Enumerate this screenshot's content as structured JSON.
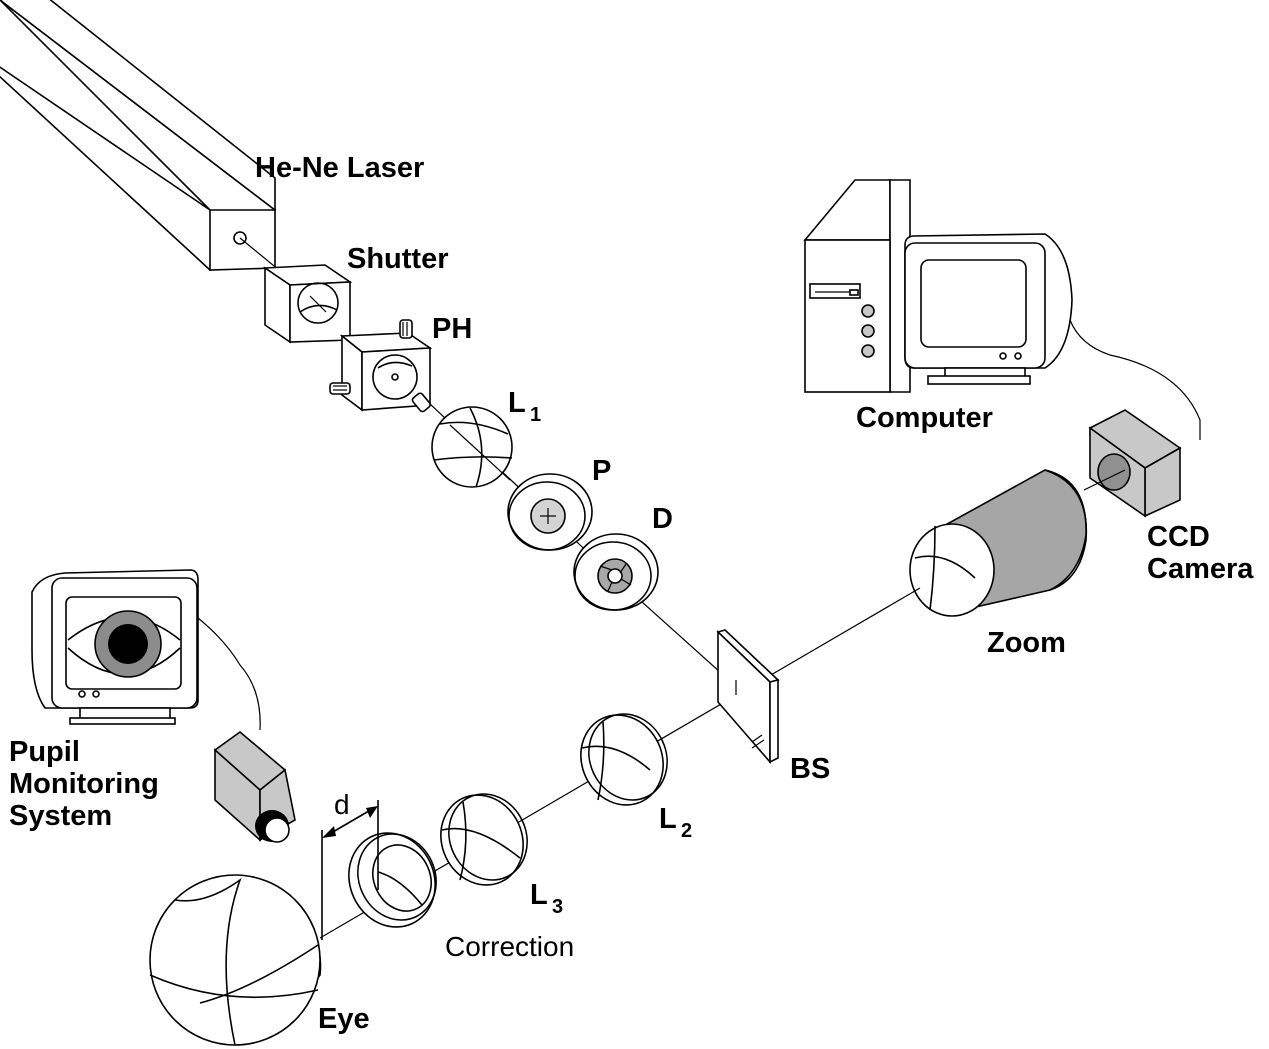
{
  "labels": {
    "laser": "He-Ne Laser",
    "shutter": "Shutter",
    "pinhole": "PH",
    "lens1": "L",
    "lens1_sub": "1",
    "polarizer": "P",
    "diaphragm": "D",
    "computer": "Computer",
    "ccd_line1": "CCD",
    "ccd_line2": "Camera",
    "zoom": "Zoom",
    "beamsplitter": "BS",
    "lens2": "L",
    "lens2_sub": "2",
    "lens3": "L",
    "lens3_sub": "3",
    "correction": "Correction",
    "distance": "d",
    "eye": "Eye",
    "pupil_line1": "Pupil",
    "pupil_line2": "Monitoring",
    "pupil_line3": "System"
  }
}
